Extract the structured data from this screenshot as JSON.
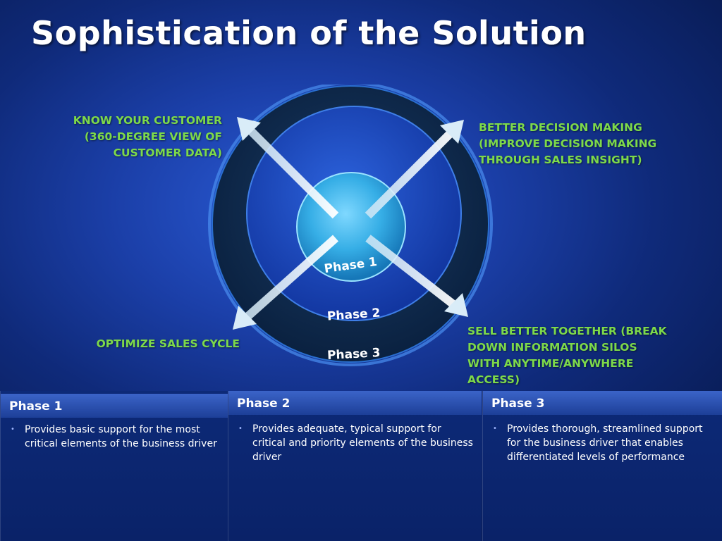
{
  "title": "Sophistication of the Solution",
  "callouts": {
    "know_customer": [
      "KNOW YOUR CUSTOMER",
      "(360-DEGREE VIEW OF",
      "CUSTOMER DATA)"
    ],
    "better_decision": [
      "BETTER DECISION MAKING",
      "(IMPROVE DECISION MAKING",
      "THROUGH SALES INSIGHT)"
    ],
    "optimize": [
      "OPTIMIZE SALES CYCLE"
    ],
    "sell_better": [
      "SELL BETTER TOGETHER (BREAK",
      "DOWN INFORMATION SILOS",
      "WITH ANYTIME/ANYWHERE",
      "ACCESS)"
    ]
  },
  "diagram": {
    "rings": [
      "Phase 1",
      "Phase 2",
      "Phase 3"
    ]
  },
  "panels": [
    {
      "header": "Phase 1",
      "bullets": [
        "Provides basic support for the most critical elements of the business driver"
      ]
    },
    {
      "header": "Phase 2",
      "bullets": [
        "Provides adequate, typical support for critical and priority elements of the business driver"
      ]
    },
    {
      "header": "Phase 3",
      "bullets": [
        "Provides thorough, streamlined support for the business driver that enables differentiated levels of performance"
      ]
    }
  ],
  "colors": {
    "callout_text": "#7dd94a",
    "inner_circle": "#3ab8f0",
    "middle_ring": "#1f4fc4",
    "outer_ring": "#0d2a4a"
  }
}
